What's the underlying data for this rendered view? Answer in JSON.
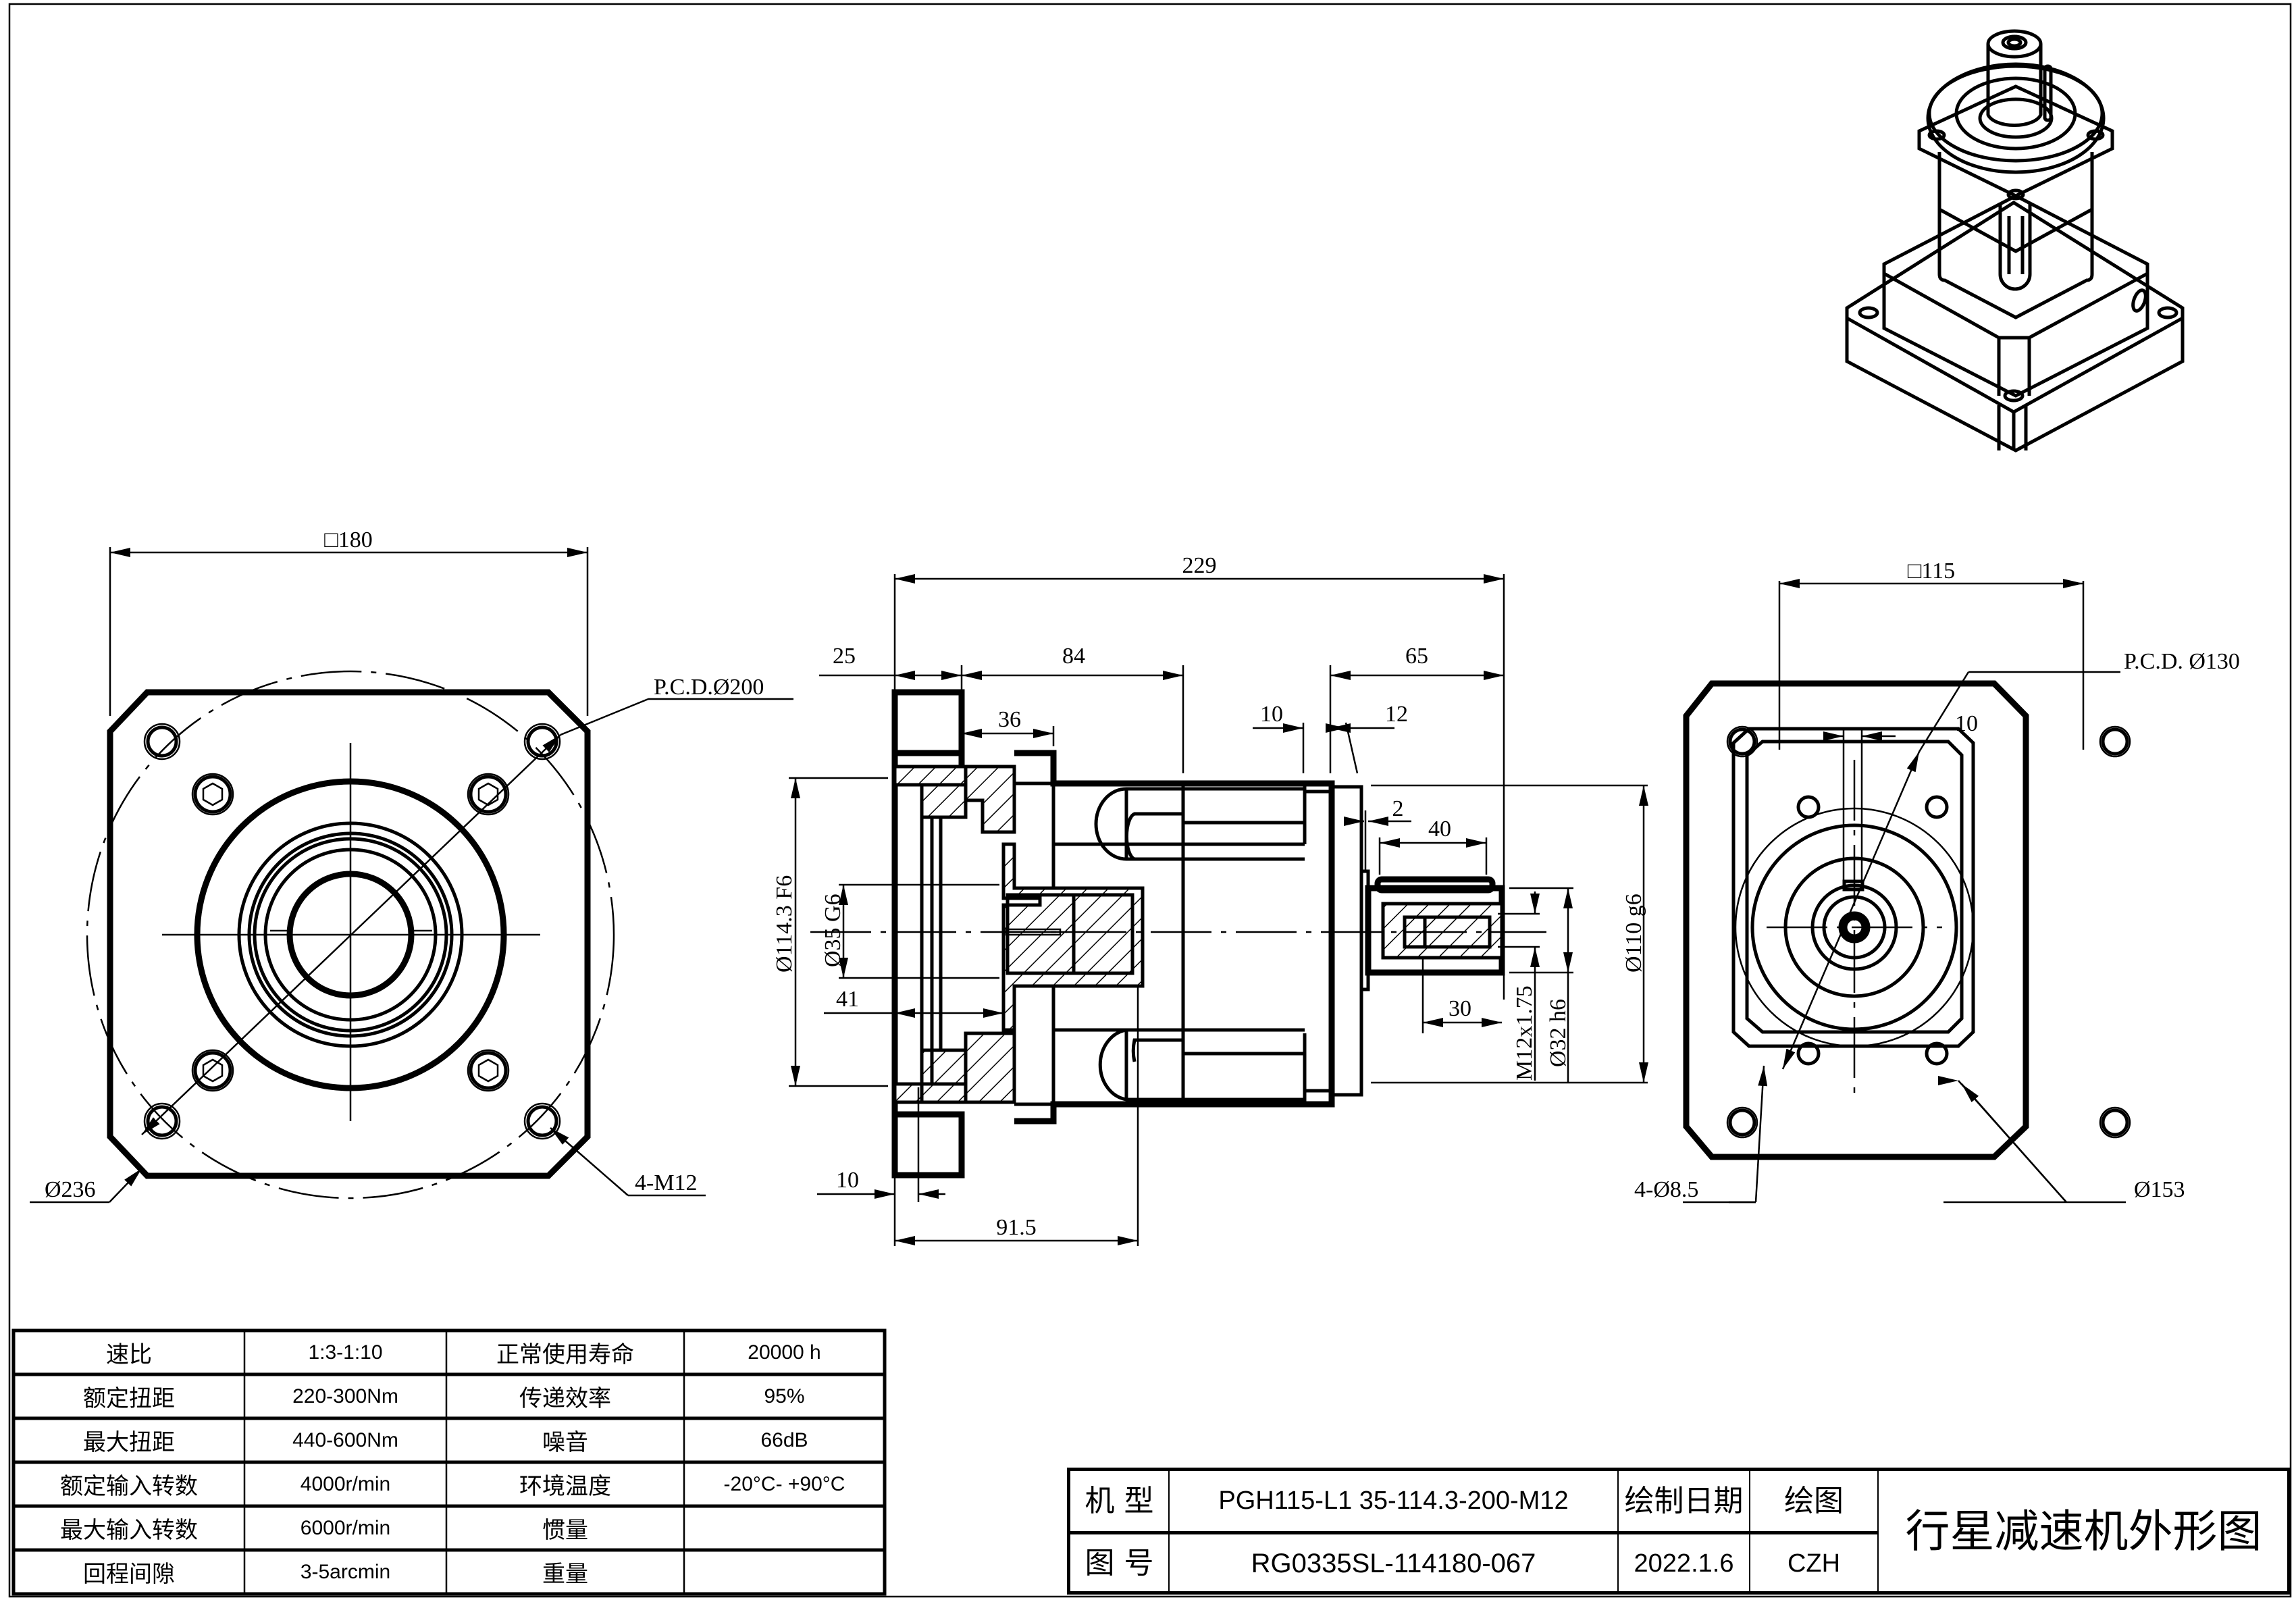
{
  "drawing": {
    "title": "行星减速机外形图",
    "front_view": {
      "square": "□180",
      "pcd": "P.C.D.Ø200",
      "outer_dia": "Ø236",
      "holes": "4-M12"
    },
    "side_view": {
      "overall_length": "229",
      "flange_thickness": "25",
      "body_length": "84",
      "shaft_length": "65",
      "pocket_depth": "36",
      "gap_10": "10",
      "gap_12": "12",
      "shoulder": "2",
      "key_length": "40",
      "thread_depth": "30",
      "flange_offset": "10",
      "flange_to_mid": "91.5",
      "bore_depth": "41",
      "input_bore": "Ø114.3 F6",
      "input_shaft_bore": "Ø35 G6",
      "spigot": "Ø110 g6",
      "shaft_dia": "Ø32 h6",
      "thread": "M12x1.75"
    },
    "rear_view": {
      "square": "□115",
      "pcd": "P.C.D.  Ø130",
      "key_width": "10",
      "holes": "4-Ø8.5",
      "outer_dia": "Ø153"
    }
  },
  "specs": {
    "rows": [
      {
        "label": "速比",
        "value": "1:3-1:10",
        "label2": "正常使用寿命",
        "value2": "20000 h"
      },
      {
        "label": "额定扭距",
        "value": "220-300Nm",
        "label2": "传递效率",
        "value2": "95%"
      },
      {
        "label": "最大扭距",
        "value": "440-600Nm",
        "label2": "噪音",
        "value2": "66dB"
      },
      {
        "label": "额定输入转数",
        "value": "4000r/min",
        "label2": "环境温度",
        "value2": "-20°C- +90°C"
      },
      {
        "label": "最大输入转数",
        "value": "6000r/min",
        "label2": "惯量",
        "value2": ""
      },
      {
        "label": "回程间隙",
        "value": "3-5arcmin",
        "label2": "重量",
        "value2": ""
      }
    ]
  },
  "title_block": {
    "model_label": "机 型",
    "model_value": "PGH115-L1 35-114.3-200-M12",
    "drawing_no_label": "图 号",
    "drawing_no_value": "RG0335SL-114180-067",
    "date_label": "绘制日期",
    "date_value": "2022.1.6",
    "drawer_label": "绘图",
    "drawer_value": "CZH",
    "title": "行星减速机外形图"
  }
}
